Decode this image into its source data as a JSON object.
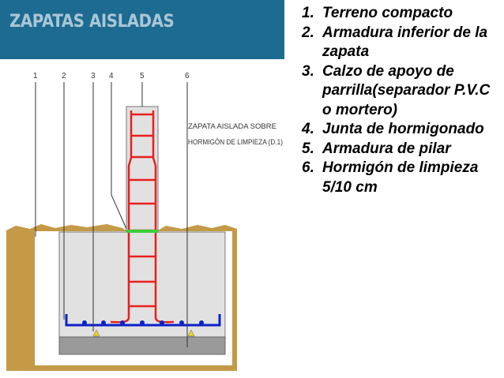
{
  "slide": {
    "title": "ZAPATAS AISLADAS"
  },
  "diagram": {
    "markers": [
      "1",
      "2",
      "3",
      "4",
      "5",
      "6"
    ],
    "caption_line1": "ZAPATA AISLADA SOBRE",
    "caption_line2": "HORMIGÓN DE LIMPIEZA (D.1)",
    "colors": {
      "soil": "#c49a47",
      "concrete": "#e1e1e1",
      "blinding": "#9a9a9a",
      "rebar": "#e8201c",
      "joint": "#38d038",
      "bottom_bars": "#0a22c8",
      "spacers": "#e8d22a",
      "header_band": "#1e6b91"
    }
  },
  "legend": {
    "items": [
      {
        "num": "1.",
        "text": "Terreno compacto"
      },
      {
        "num": "2.",
        "text": "Armadura inferior de la zapata"
      },
      {
        "num": "3.",
        "text": "Calzo de apoyo de parrilla(separador P.V.C o mortero)"
      },
      {
        "num": "4.",
        "text": "Junta de hormigonado"
      },
      {
        "num": "5.",
        "text": "Armadura de pilar"
      },
      {
        "num": "6.",
        "text": "Hormigón de limpieza 5/10 cm"
      }
    ]
  }
}
